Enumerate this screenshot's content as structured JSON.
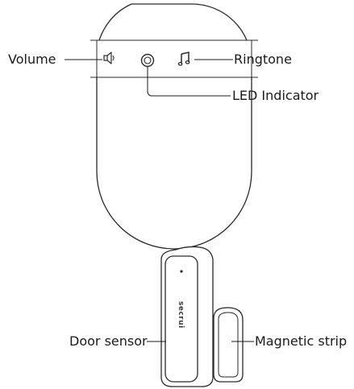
{
  "labels": {
    "volume": "Volume",
    "ringtone": "Ringtone",
    "led_indicator": "LED Indicator",
    "door_sensor": "Door sensor",
    "magnetic_strip": "Magnetic strip"
  },
  "sensor_brand": "secrui",
  "icons": {
    "volume": "speaker-icon",
    "ringtone": "music-note-icon",
    "led": "ring-icon"
  },
  "colors": {
    "stroke": "#2a2a2a",
    "text": "#1a1a1a",
    "background": "#ffffff"
  }
}
